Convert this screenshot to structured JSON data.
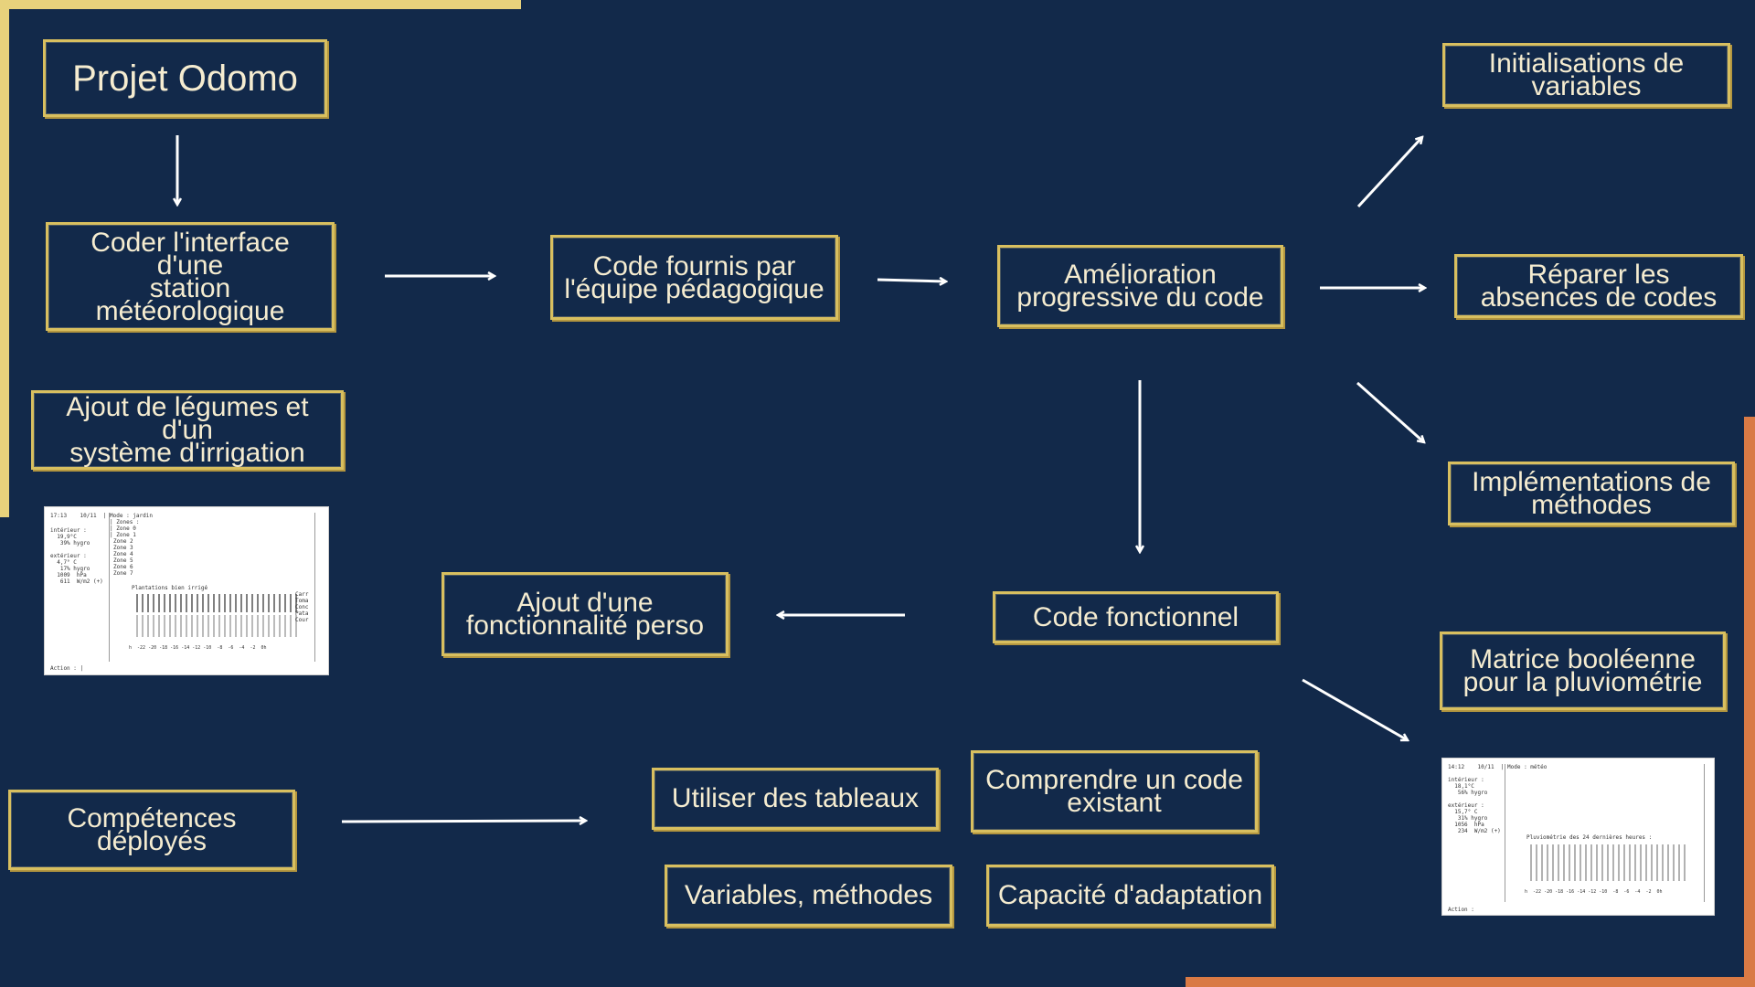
{
  "colors": {
    "background": "#12294a",
    "box_border": "#d8bf5f",
    "text": "#f5ecd0",
    "accent_gold": "#e8d27c",
    "accent_orange": "#d97a45",
    "arrow": "#ffffff"
  },
  "nodes": {
    "projet": "Projet Odomo",
    "coder": "Coder l'interface d'une\nstation\nmétéorologique",
    "code_fourni": "Code fournis par\nl'équipe pédagogique",
    "amelioration": "Amélioration\nprogressive du code",
    "init": "Initialisations de\nvariables",
    "reparer": "Réparer les\nabsences de codes",
    "implementations": "Implémentations de\nméthodes",
    "ajout_legumes": "Ajout de légumes et d'un\nsystème d'irrigation",
    "code_fonctionnel": "Code fonctionnel",
    "ajout_fonc": "Ajout d'une\nfonctionnalité perso",
    "matrice": "Matrice booléenne\npour la pluviométrie",
    "competences": "Compétences\ndéployés",
    "tableaux": "Utiliser des tableaux",
    "comprendre": "Comprendre un code\nexistant",
    "variables": "Variables, méthodes",
    "adaptation": "Capacité d'adaptation"
  },
  "screenshot_left": {
    "header": "17:13    10/11  | Mode : jardin\n                  | Zones :\n                  | Zone 0\n                  | Zone 1",
    "side": "intérieur :\n  19,9°C\n   39% hygro\n\nextérieur :\n  4,7° C\n   17% hygro\n  1009  hPa\n   611  W/m2 (+)",
    "zones": "Zone 2\nZone 3\nZone 4\nZone 5\nZone 6\nZone 7",
    "caption": "Plantations bien irrigé",
    "legend": "Carr\nToma\nConc\nPata\nCour",
    "axis": "h  -22 -20 -18 -16 -14 -12 -10  -8  -6  -4  -2  0h",
    "action": "Action : |"
  },
  "screenshot_right": {
    "header": "14:12    10/11  | Mode : météo",
    "side": "intérieur :\n  18,1°C\n   56% hygro\n\nextérieur :\n  15,7° C\n   31% hygro\n  1056  hPa\n   234  W/m2 (+)",
    "caption": "Pluviométrie des 24 dernières heures :",
    "axis": "h  -22 -20 -18 -16 -14 -12 -10  -8  -6  -4  -2  0h",
    "action": "Action :"
  }
}
